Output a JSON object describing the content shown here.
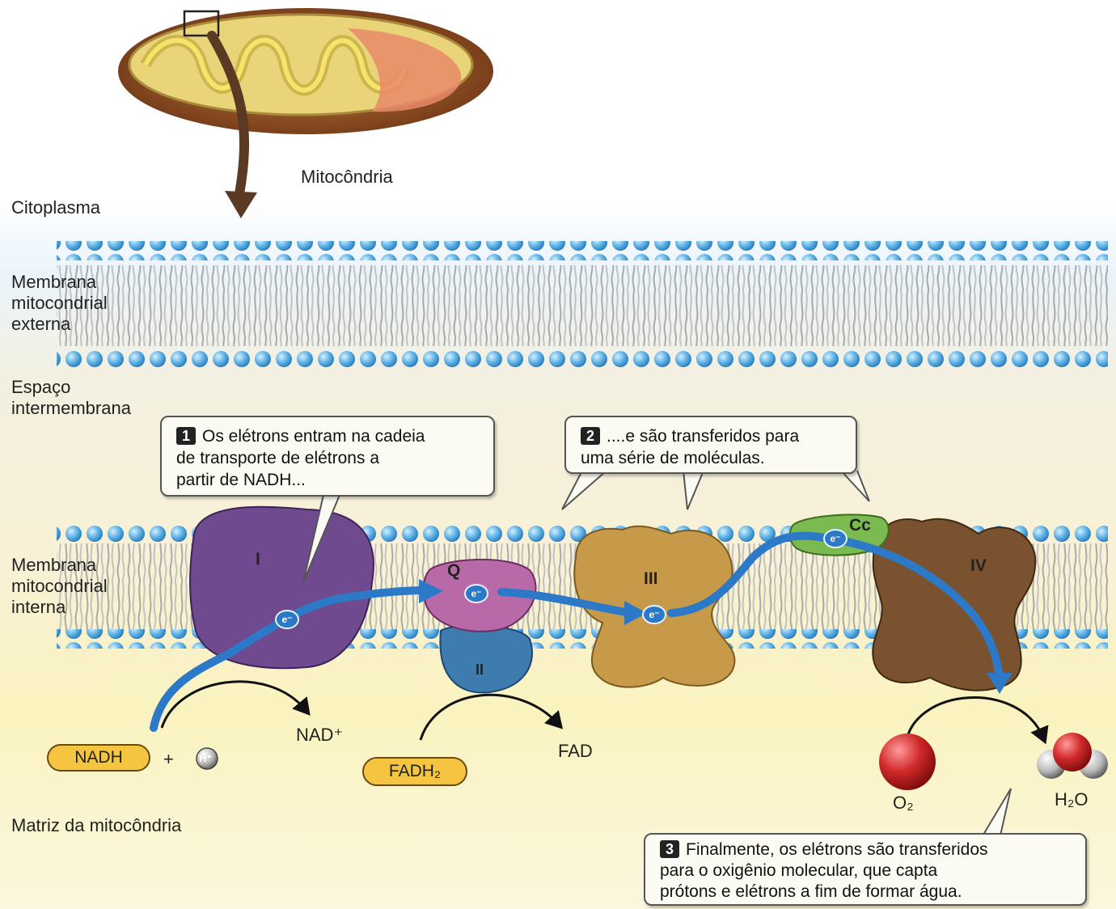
{
  "labels": {
    "mitochondrion": "Mitocôndria",
    "cytoplasm": "Citoplasma",
    "outer_membrane": [
      "Membrana",
      "mitocondrial",
      "externa"
    ],
    "intermembrane_space": [
      "Espaço",
      "intermembrana"
    ],
    "inner_membrane": [
      "Membrana",
      "mitocondrial",
      "interna"
    ],
    "matrix": "Matriz da mitocôndria"
  },
  "complexes": {
    "c1": "I",
    "c2": "II",
    "c3": "III",
    "c4": "IV",
    "q": "Q",
    "cc": "Cc"
  },
  "electron_symbol": "e⁻",
  "molecules": {
    "nadh": "NADH",
    "plus": "+",
    "h_plus": "H⁺",
    "nad_plus": "NAD⁺",
    "fadh2": "FADH₂",
    "fad": "FAD",
    "o2": "O₂",
    "h2o": "H₂O"
  },
  "callouts": {
    "step1": {
      "num": "1",
      "lines": [
        "Os elétrons entram na cadeia",
        "de transporte de elétrons a",
        "partir de NADH..."
      ]
    },
    "step2": {
      "num": "2",
      "lines": [
        "....e são transferidos para",
        "uma série de moléculas."
      ]
    },
    "step3": {
      "num": "3",
      "lines": [
        "Finalmente, os elétrons são transferidos",
        "para o oxigênio molecular, que capta",
        "prótons e elétrons a fim de formar água."
      ]
    }
  },
  "colors": {
    "membrane_head": "#5fb2e6",
    "tail": "#b8b8b8",
    "complex_I": "#6f4a8e",
    "complex_II": "#3e7cb0",
    "complex_III": "#c79a4a",
    "complex_IV": "#7a5230",
    "ubiquinone": "#b86aa8",
    "cytochrome_c": "#7aba50",
    "electron_path": "#2b79c7",
    "matrix": "#f9f1b8",
    "intermembrane": "#f6efd8",
    "oxygen": "#d12a2a"
  }
}
